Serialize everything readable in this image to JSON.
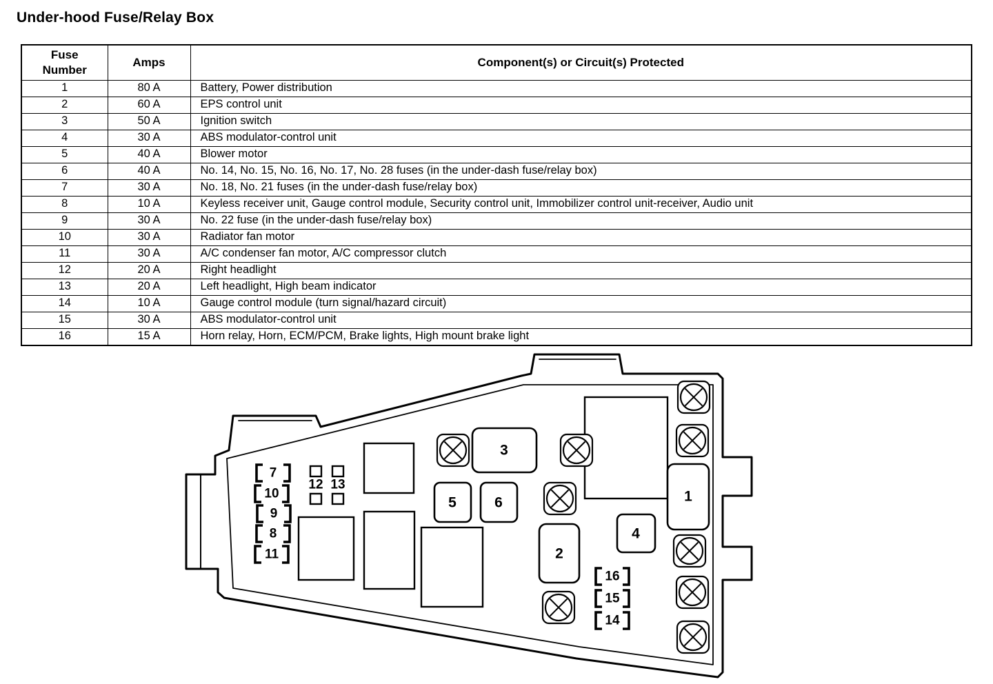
{
  "page": {
    "title": "Under-hood Fuse/Relay Box"
  },
  "table": {
    "headers": [
      "Fuse\nNumber",
      "Amps",
      "Component(s) or Circuit(s) Protected"
    ],
    "rows": [
      {
        "fuse": "1",
        "amps": "80 A",
        "component": "Battery, Power distribution"
      },
      {
        "fuse": "2",
        "amps": "60 A",
        "component": "EPS control unit"
      },
      {
        "fuse": "3",
        "amps": "50 A",
        "component": "Ignition switch"
      },
      {
        "fuse": "4",
        "amps": "30 A",
        "component": "ABS modulator-control unit"
      },
      {
        "fuse": "5",
        "amps": "40 A",
        "component": "Blower motor"
      },
      {
        "fuse": "6",
        "amps": "40 A",
        "component": "No. 14, No. 15, No. 16, No. 17, No. 28 fuses (in the under-dash fuse/relay box)"
      },
      {
        "fuse": "7",
        "amps": "30 A",
        "component": "No. 18, No. 21 fuses (in the under-dash fuse/relay box)"
      },
      {
        "fuse": "8",
        "amps": "10 A",
        "component": "Keyless receiver unit, Gauge control module, Security control unit, Immobilizer control unit-receiver, Audio unit"
      },
      {
        "fuse": "9",
        "amps": "30 A",
        "component": "No. 22 fuse (in the under-dash fuse/relay box)"
      },
      {
        "fuse": "10",
        "amps": "30 A",
        "component": "Radiator fan motor"
      },
      {
        "fuse": "11",
        "amps": "30 A",
        "component": "A/C condenser fan motor, A/C compressor clutch"
      },
      {
        "fuse": "12",
        "amps": "20 A",
        "component": "Right headlight"
      },
      {
        "fuse": "13",
        "amps": "20 A",
        "component": "Left headlight, High beam indicator"
      },
      {
        "fuse": "14",
        "amps": "10 A",
        "component": "Gauge control module (turn signal/hazard circuit)"
      },
      {
        "fuse": "15",
        "amps": "30 A",
        "component": "ABS modulator-control unit"
      },
      {
        "fuse": "16",
        "amps": "15 A",
        "component": "Horn relay, Horn, ECM/PCM, Brake lights, High mount brake light"
      }
    ]
  },
  "diagram": {
    "icons": {
      "screw_head_symbol": "circled-x"
    },
    "relay_labels": [
      "1",
      "2",
      "3",
      "4",
      "5",
      "6"
    ],
    "left_fuse_labels": [
      "7",
      "10",
      "9",
      "8",
      "11"
    ],
    "mini_fuse_labels": [
      "12",
      "13"
    ],
    "right_fuse_labels": [
      "16",
      "15",
      "14"
    ]
  }
}
